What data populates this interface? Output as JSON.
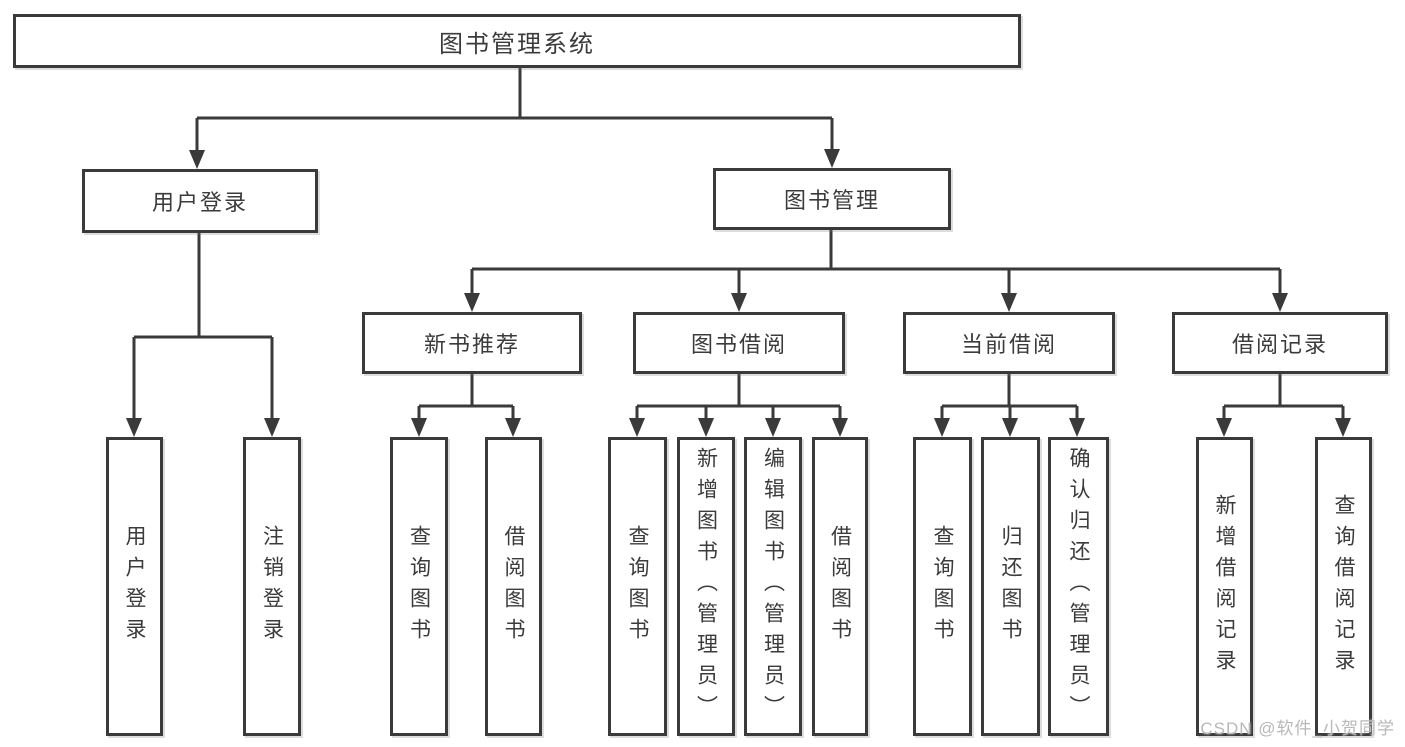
{
  "diagram": {
    "type": "hierarchy-diagram",
    "root": "图书管理系统",
    "branches": [
      {
        "label": "用户登录",
        "children": [
          "用户登录",
          "注销登录"
        ]
      },
      {
        "label": "图书管理",
        "sections": [
          {
            "label": "新书推荐",
            "children": [
              "查询图书",
              "借阅图书"
            ]
          },
          {
            "label": "图书借阅",
            "children": [
              "查询图书",
              "新增图书（管理员）",
              "编辑图书（管理员）",
              "借阅图书"
            ]
          },
          {
            "label": "当前借阅",
            "children": [
              "查询图书",
              "归还图书",
              "确认归还（管理员）"
            ]
          },
          {
            "label": "借阅记录",
            "children": [
              "新增借阅记录",
              "查询借阅记录"
            ]
          }
        ]
      }
    ],
    "watermark": "CSDN @软件_小贺同学",
    "colors": {
      "line": "#3a3a3a",
      "text": "#3b3b3b",
      "box_fill": "#ffffff",
      "watermark": "#b8b8b8",
      "background": "#ffffff"
    }
  }
}
